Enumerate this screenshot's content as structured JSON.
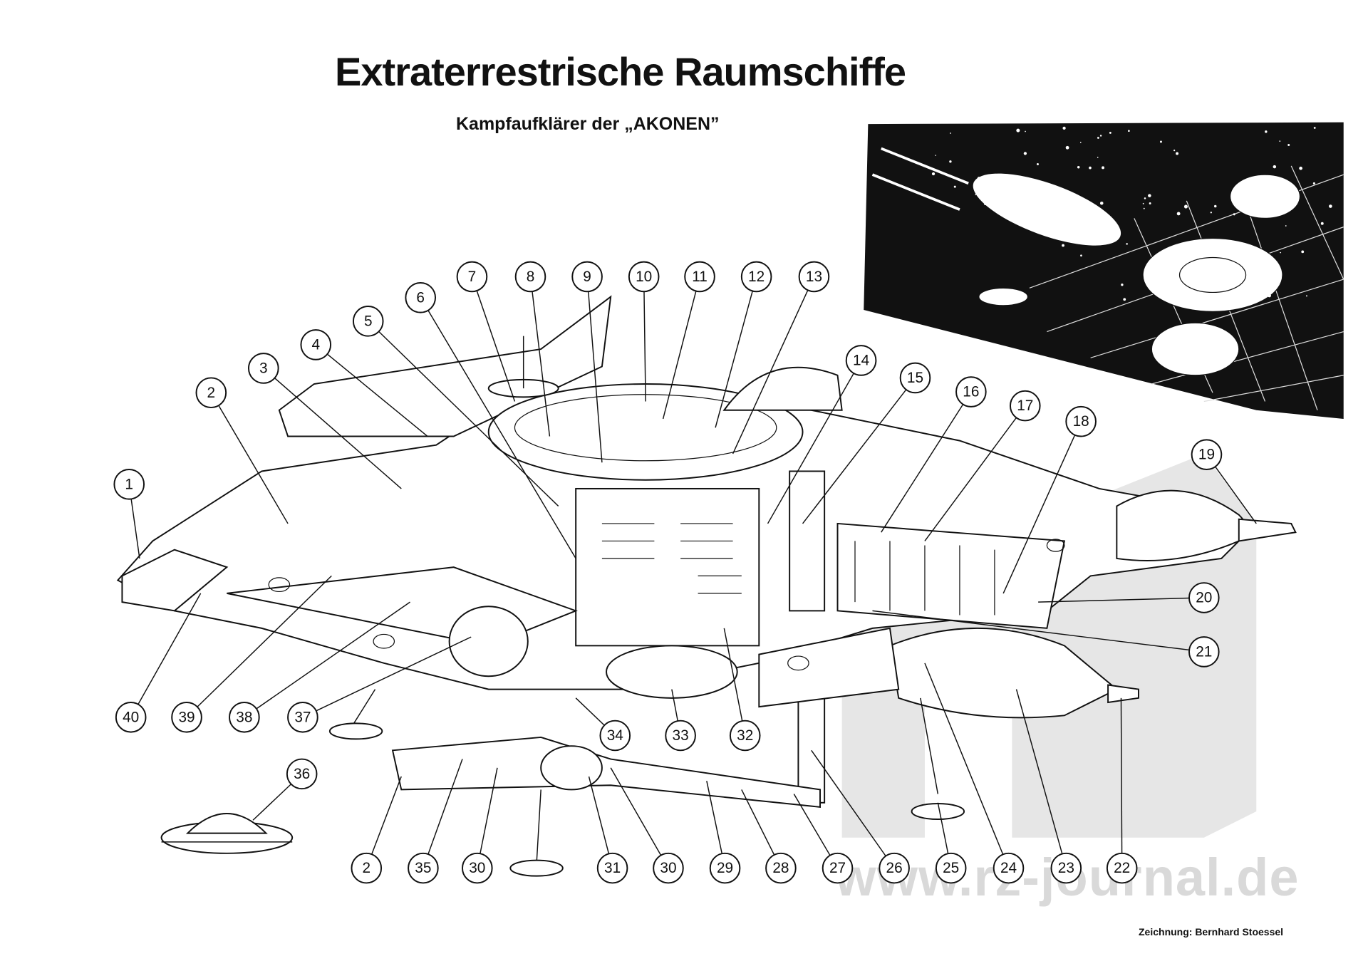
{
  "title": "Extraterrestrische Raumschiffe",
  "subtitle": "Kampfaufklärer der „AKONEN”",
  "credit": "Zeichnung: Bernhard Stoessel",
  "watermark": "www.rz-journal.de",
  "callouts": [
    "1",
    "2",
    "3",
    "4",
    "5",
    "6",
    "7",
    "8",
    "9",
    "10",
    "11",
    "12",
    "13",
    "14",
    "15",
    "16",
    "17",
    "18",
    "19",
    "20",
    "21",
    "22",
    "23",
    "24",
    "25",
    "26",
    "27",
    "28",
    "29",
    "30",
    "31",
    "30",
    "35",
    "2",
    "36",
    "34",
    "33",
    "32",
    "37",
    "38",
    "39",
    "40"
  ]
}
